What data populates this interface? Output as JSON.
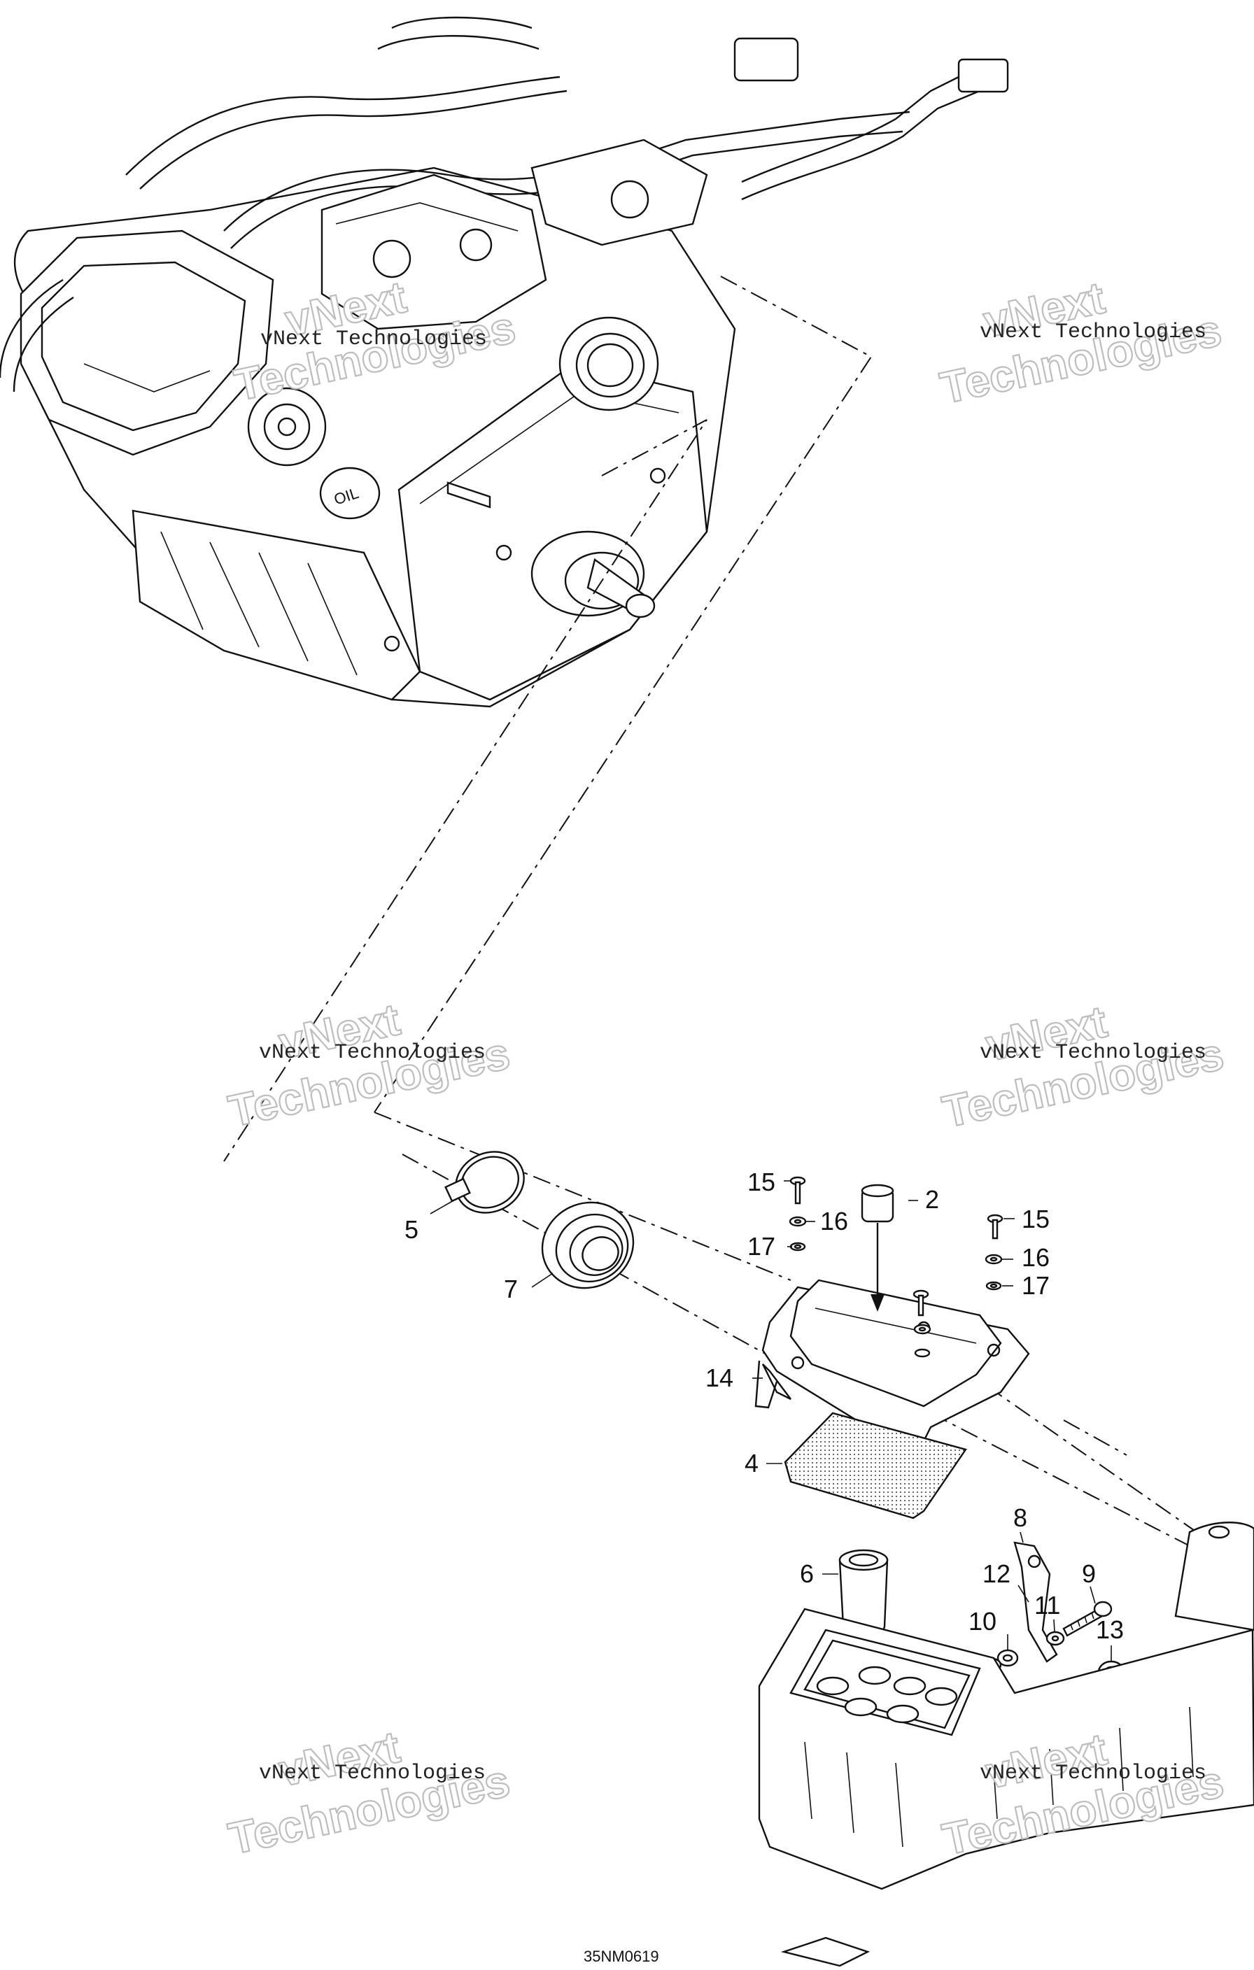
{
  "drawing_code": "35NM0619",
  "watermarks": [
    {
      "small": "vNext Technologies",
      "big_top": "vNext",
      "big_bottom": "Technologies"
    },
    {
      "small": "vNext Technologies",
      "big_top": "vNext",
      "big_bottom": "Technologies"
    },
    {
      "small": "vNext Technologies",
      "big_top": "vNext",
      "big_bottom": "Technologies"
    },
    {
      "small": "vNext Technologies",
      "big_top": "vNext",
      "big_bottom": "Technologies"
    },
    {
      "small": "vNext Technologies",
      "big_top": "vNext",
      "big_bottom": "Technologies"
    },
    {
      "small": "vNext Technologies",
      "big_top": "vNext",
      "big_bottom": "Technologies"
    }
  ],
  "engine_label": "OIL",
  "callouts": {
    "c2": "2",
    "c4": "4",
    "c5": "5",
    "c6": "6",
    "c7": "7",
    "c8": "8",
    "c9": "9",
    "c10": "10",
    "c11": "11",
    "c12": "12",
    "c13": "13",
    "c14": "14",
    "c15a": "15",
    "c15b": "15",
    "c16a": "16",
    "c16b": "16",
    "c17a": "17",
    "c17b": "17"
  }
}
